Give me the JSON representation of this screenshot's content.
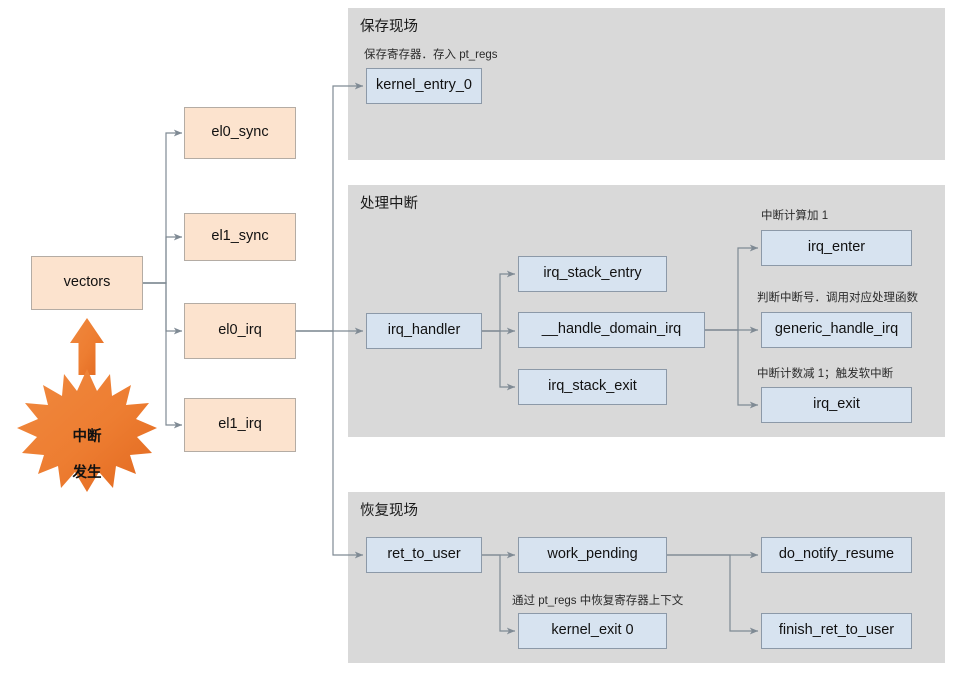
{
  "diagram": {
    "title": "ARM64 interrupt handling flow",
    "colors": {
      "panel_bg": "#d9d9d9",
      "peach_fill": "#fce3ce",
      "peach_border": "#b4aca4",
      "blue_fill": "#d7e3f0",
      "blue_border": "#8c99a8",
      "arrow": "#7f8a94",
      "burst_orange": "#ed7d31",
      "burst_orange_dark": "#e2681f",
      "page_bg": "#ffffff"
    },
    "burst": {
      "label": "中断\n发生",
      "line1": "中断",
      "line2": "发生"
    },
    "entry": {
      "vectors": "vectors"
    },
    "vector_entries": [
      {
        "label": "el0_sync"
      },
      {
        "label": "el1_sync"
      },
      {
        "label": "el0_irq"
      },
      {
        "label": "el1_irq"
      }
    ],
    "panels": [
      {
        "id": "save-context",
        "title": "保存现场",
        "notes": [
          "保存寄存器．存入 pt_regs"
        ],
        "nodes": [
          {
            "label": "kernel_entry_0"
          }
        ]
      },
      {
        "id": "handle-interrupt",
        "title": "处理中断",
        "notes": [
          "中断计算加 1",
          "判断中断号．调用对应处理函数",
          "中断计数减 1；触发软中断"
        ],
        "nodes": [
          {
            "label": "irq_handler"
          },
          {
            "label": "irq_stack_entry"
          },
          {
            "label": "__handle_domain_irq"
          },
          {
            "label": "irq_stack_exit"
          },
          {
            "label": "irq_enter"
          },
          {
            "label": "generic_handle_irq"
          },
          {
            "label": "irq_exit"
          }
        ]
      },
      {
        "id": "restore-context",
        "title": "恢复现场",
        "notes": [
          "通过 pt_regs 中恢复寄存器上下文"
        ],
        "nodes": [
          {
            "label": "ret_to_user"
          },
          {
            "label": "work_pending"
          },
          {
            "label": "do_notify_resume"
          },
          {
            "label": "kernel_exit 0"
          },
          {
            "label": "finish_ret_to_user"
          }
        ]
      }
    ],
    "labels": {
      "vectors": "vectors",
      "el0_sync": "el0_sync",
      "el1_sync": "el1_sync",
      "el0_irq": "el0_irq",
      "el1_irq": "el1_irq",
      "kernel_entry_0": "kernel_entry_0",
      "irq_handler": "irq_handler",
      "irq_stack_entry": "irq_stack_entry",
      "handle_domain_irq": "__handle_domain_irq",
      "irq_stack_exit": "irq_stack_exit",
      "irq_enter": "irq_enter",
      "generic_handle_irq": "generic_handle_irq",
      "irq_exit": "irq_exit",
      "ret_to_user": "ret_to_user",
      "work_pending": "work_pending",
      "do_notify_resume": "do_notify_resume",
      "kernel_exit_0": "kernel_exit 0",
      "finish_ret_to_user": "finish_ret_to_user"
    },
    "panel_titles": {
      "save": "保存现场",
      "handle": "处理中断",
      "restore": "恢复现场"
    },
    "notes": {
      "save_regs": "保存寄存器．存入 pt_regs",
      "irq_count_inc": "中断计算加 1",
      "dispatch": "判断中断号．调用对应处理函数",
      "irq_count_dec": "中断计数减 1；触发软中断",
      "restore_regs": "通过 pt_regs 中恢复寄存器上下文"
    }
  }
}
